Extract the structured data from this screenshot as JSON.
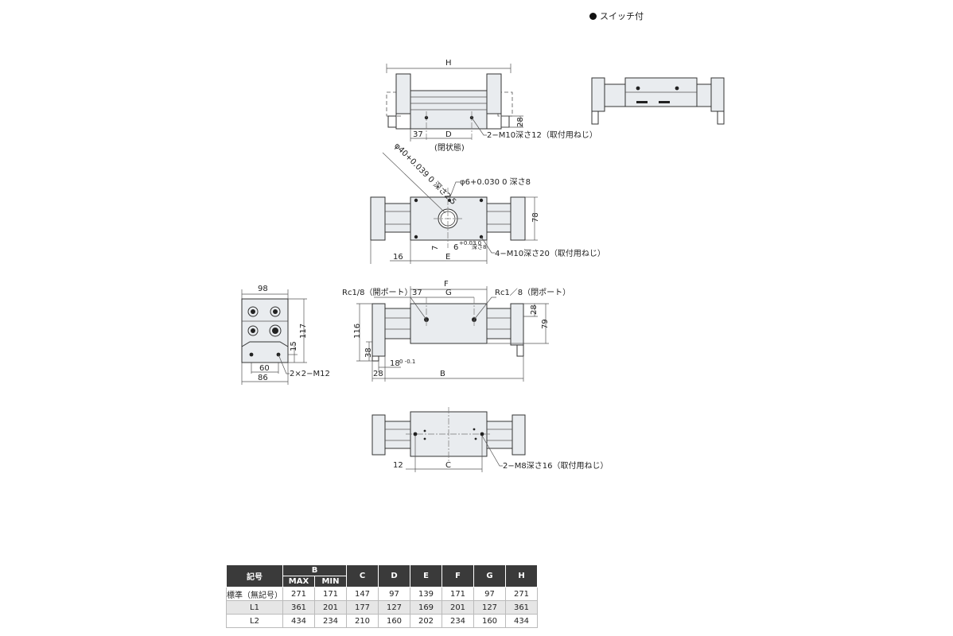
{
  "legend": {
    "label": "スイッチ付"
  },
  "labels": {
    "H": "H",
    "D": "D",
    "C": "C",
    "B": "B",
    "E": "E",
    "F": "F",
    "G": "G",
    "d37a": "37",
    "d37b": "37",
    "d28a": "28",
    "d28b": "28",
    "d28c": "28",
    "d78": "78",
    "d16": "16",
    "d7": "7",
    "d6": "6",
    "d6tol": "+0.03 0",
    "d6depth": "深さ8",
    "d98": "98",
    "d117": "117",
    "d15": "15",
    "d60": "60",
    "d86": "86",
    "d116": "116",
    "d38": "38",
    "d79": "79",
    "d18": "18",
    "d18tol": "0 -0.1",
    "d12": "12",
    "closed": "(閉状態)",
    "m10_12": "2−M10深さ12（取付用ねじ）",
    "bore40": "φ40+0.039 0 深さ2.5",
    "pin6": "φ6+0.030 0 深さ8",
    "m10_20": "4−M10深さ20（取付用ねじ）",
    "rc_left": "Rc1/8（開ポート）",
    "rc_right": "Rc1／8（閉ポート）",
    "m12": "2×2−M12",
    "m8_16": "2−M8深さ16（取付用ねじ）"
  },
  "table": {
    "headers": {
      "symbol": "記号",
      "B": "B",
      "MAX": "MAX",
      "MIN": "MIN",
      "cols": [
        "C",
        "D",
        "E",
        "F",
        "G",
        "H"
      ]
    },
    "rows": [
      {
        "name": "標準（無記号）",
        "cells": [
          "271",
          "171",
          "147",
          "97",
          "139",
          "171",
          "97",
          "271"
        ]
      },
      {
        "name": "L1",
        "cells": [
          "361",
          "201",
          "177",
          "127",
          "169",
          "201",
          "127",
          "361"
        ]
      },
      {
        "name": "L2",
        "cells": [
          "434",
          "234",
          "210",
          "160",
          "202",
          "234",
          "160",
          "434"
        ]
      }
    ]
  }
}
